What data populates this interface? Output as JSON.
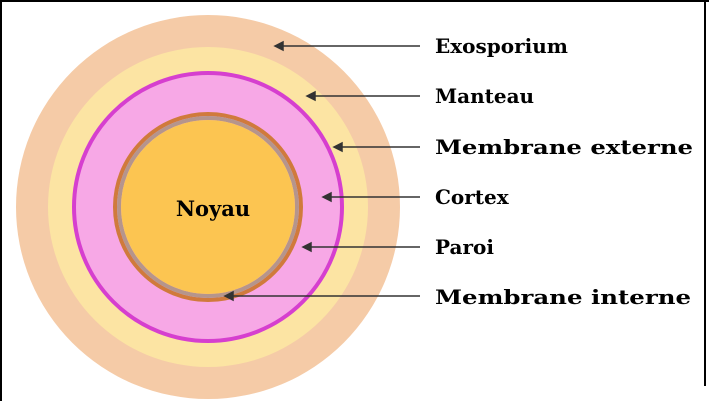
{
  "diagram": {
    "core_label": "Noyau",
    "layers": [
      {
        "label": "Exosporium",
        "color": "#f5cba7"
      },
      {
        "label": "Manteau",
        "color": "#fce4a3"
      },
      {
        "label": "Membrane externe",
        "color": "#d63fcf"
      },
      {
        "label": "Cortex",
        "color": "#f7a8e6"
      },
      {
        "label": "Paroi",
        "color": "#b5958c"
      },
      {
        "label": "Membrane interne",
        "color": "#d07a3c"
      }
    ],
    "core_color": "#fcc551"
  }
}
